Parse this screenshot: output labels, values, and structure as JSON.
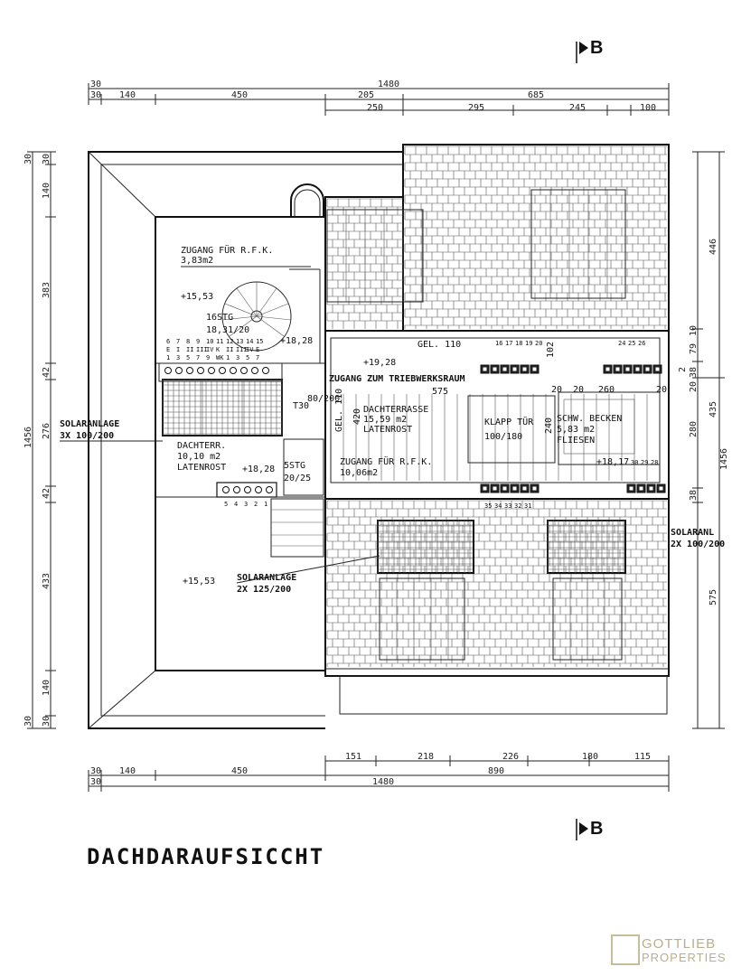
{
  "title": "DACHDARAUFSICCHT",
  "section_marker": "B",
  "logo": {
    "line1": "GOTTLIEB",
    "line2": "PROPERTIES"
  },
  "top_dims": {
    "total": "1480",
    "row1": [
      "30",
      "140",
      "450",
      "205",
      "685"
    ],
    "row2": [
      "250",
      "295",
      "245",
      "100"
    ]
  },
  "bottom_dims": {
    "row1": [
      "151",
      "218",
      "226",
      "180",
      "115"
    ],
    "row2": [
      "30",
      "140",
      "450",
      "890"
    ],
    "total": "1480",
    "total_left": "30"
  },
  "left_dims": {
    "segments": [
      "30",
      "30",
      "140",
      "383",
      "42",
      "276",
      "42",
      "433",
      "140",
      "30",
      "30"
    ],
    "total": "1456"
  },
  "right_dims": {
    "segments": [
      "446",
      "79",
      "38",
      "280",
      "38",
      "575"
    ],
    "mid": [
      "20",
      "435"
    ],
    "total": "1456",
    "small": [
      "2",
      "10"
    ]
  },
  "rooms": {
    "zugang_rfk_top": {
      "name": "ZUGANG FÜR R.F.K.",
      "area": "3,83m2"
    },
    "dachterr_small": {
      "name": "DACHTERR.",
      "area": "10,10 m2",
      "floor": "LATENROST"
    },
    "dachterrasse": {
      "name": "DACHTERRASSE",
      "area": "15,59 m2",
      "floor": "LATENROST"
    },
    "zugang_rfk_mid": {
      "name": "ZUGANG FÜR R.F.K.",
      "area": "10,06m2"
    },
    "klapp_tur": {
      "name": "KLAPP TÜR",
      "size": "100/180"
    },
    "schw_becken": {
      "name": "SCHW. BECKEN",
      "area": "5,83 m2",
      "floor": "FLIESEN"
    },
    "triebwerksraum": {
      "name": "ZUGANG ZUM TRIEBWERKSRAUM"
    }
  },
  "levels": [
    "+15,53",
    "+18,28",
    "+19,28",
    "+18,28",
    "+18,17",
    "+15,53"
  ],
  "stairs": {
    "main": "16STG",
    "main_ratio": "18,31/20",
    "small": "5STG",
    "small_ratio": "20/25",
    "door": "T30",
    "door_size": "80/200"
  },
  "gel": [
    "GEL. 110",
    "GEL. 110"
  ],
  "solar": [
    {
      "name": "SOLARANLAGE",
      "spec": "3X 100/200"
    },
    {
      "name": "SOLARANLAGE",
      "spec": "2X 125/200"
    },
    {
      "name": "SOLARANL",
      "spec": "2X 100/200"
    }
  ],
  "inner_dims": [
    "575",
    "420",
    "240",
    "260",
    "20",
    "20",
    "20",
    "102"
  ],
  "terminal_numbers": {
    "top_row": [
      "6",
      "7",
      "8",
      "9",
      "10",
      "11",
      "12",
      "13",
      "14",
      "15"
    ],
    "e_row": [
      "E",
      "I",
      "II",
      "III",
      "IV",
      "K",
      "II",
      "III",
      "IV",
      "E"
    ],
    "bottom_row": [
      "1",
      "3",
      "5",
      "7",
      "9",
      "WK",
      "1",
      "3",
      "5",
      "7"
    ],
    "mid_a": [
      "16",
      "17",
      "18",
      "19",
      "20"
    ],
    "mid_b": [
      "24",
      "25",
      "26"
    ],
    "right": [
      "30",
      "29",
      "28"
    ],
    "lower_a": [
      "35",
      "34",
      "33",
      "32",
      "31"
    ],
    "lower_b": [
      "5",
      "4",
      "3",
      "2",
      "1"
    ]
  }
}
